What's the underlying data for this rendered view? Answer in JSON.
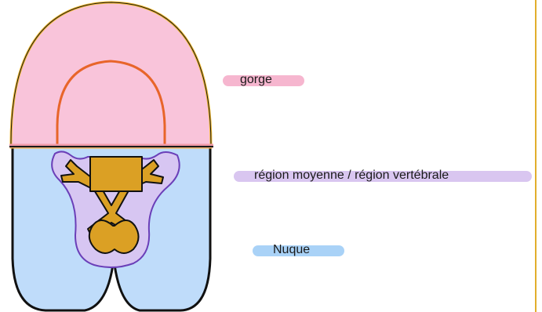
{
  "corner_text": "",
  "legend": {
    "gorge": "gorge",
    "moyenne": "région moyenne / région vertébrale",
    "nuque": "Nuque"
  },
  "colors": {
    "gorge_fill": "#f9c4da",
    "nuque_fill": "#bfdcfa",
    "moyenne_fill": "#d7c6f2",
    "moyenne_outline": "#6a3fb8",
    "vertebra_fill": "#dba024",
    "outline_gold": "#f0b72c",
    "inner_arch": "#e8652a"
  }
}
